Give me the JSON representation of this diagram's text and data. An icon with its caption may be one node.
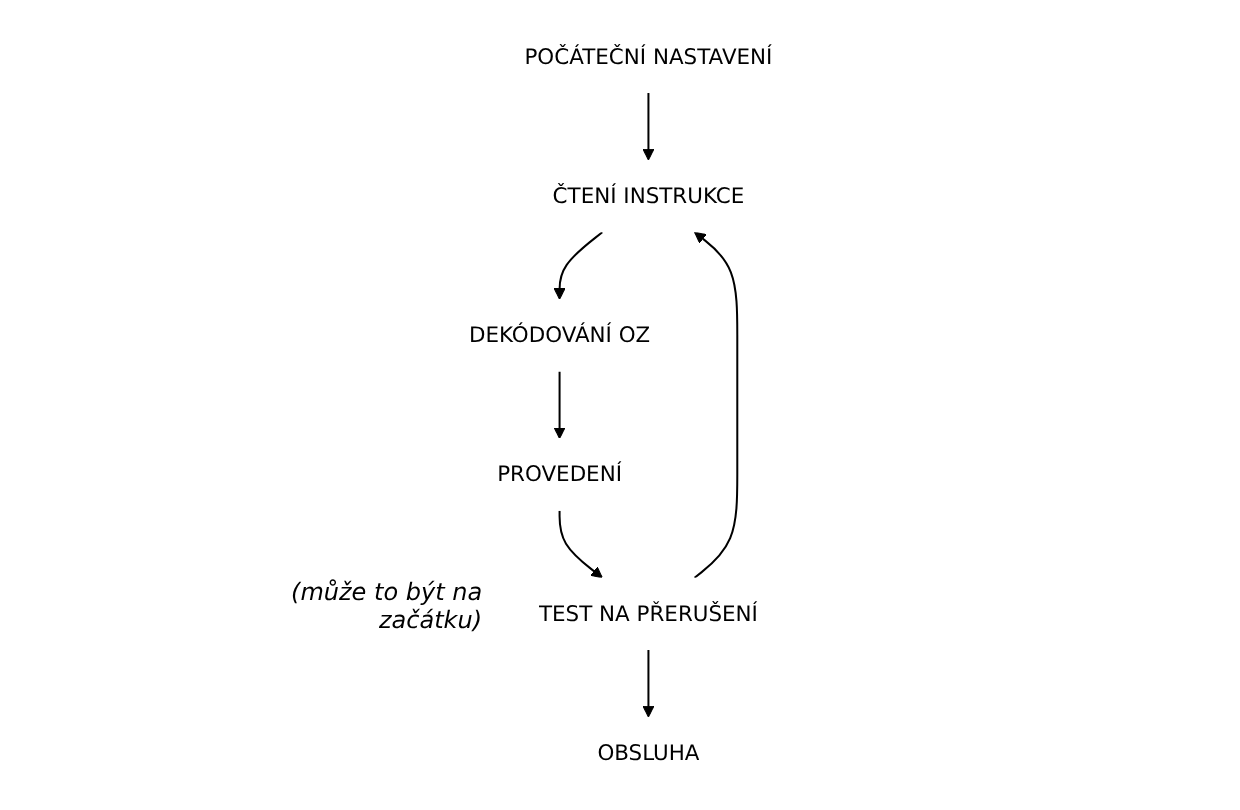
{
  "diagram": {
    "nodes": [
      {
        "text": [
          "POČÁTEČNÍ NASTAVENÍ"
        ]
      },
      {
        "text": [
          "ČTENÍ INSTRUKCE"
        ]
      },
      {
        "text": [
          "DEKÓDOVÁNÍ OZ"
        ]
      },
      {
        "text": [
          "PROVEDENÍ"
        ]
      },
      {
        "text": [
          "TEST NA PŘERUŠENÍ"
        ],
        "beside": [
          "(může to být na začátku)"
        ]
      },
      {
        "text": [
          "OBSLUHA"
        ]
      }
    ],
    "edges": [
      {
        "from": 0,
        "to": 1,
        "arrow": "to"
      },
      {
        "from": 1,
        "to": 2,
        "arrow": "to"
      },
      {
        "from": 2,
        "to": 3,
        "arrow": "to"
      },
      {
        "from": 3,
        "to": 4,
        "arrow": "to"
      },
      {
        "from": 4,
        "to": 1,
        "arrow": "to"
      },
      {
        "from": 4,
        "to": 5,
        "arrow": "to"
      }
    ]
  }
}
